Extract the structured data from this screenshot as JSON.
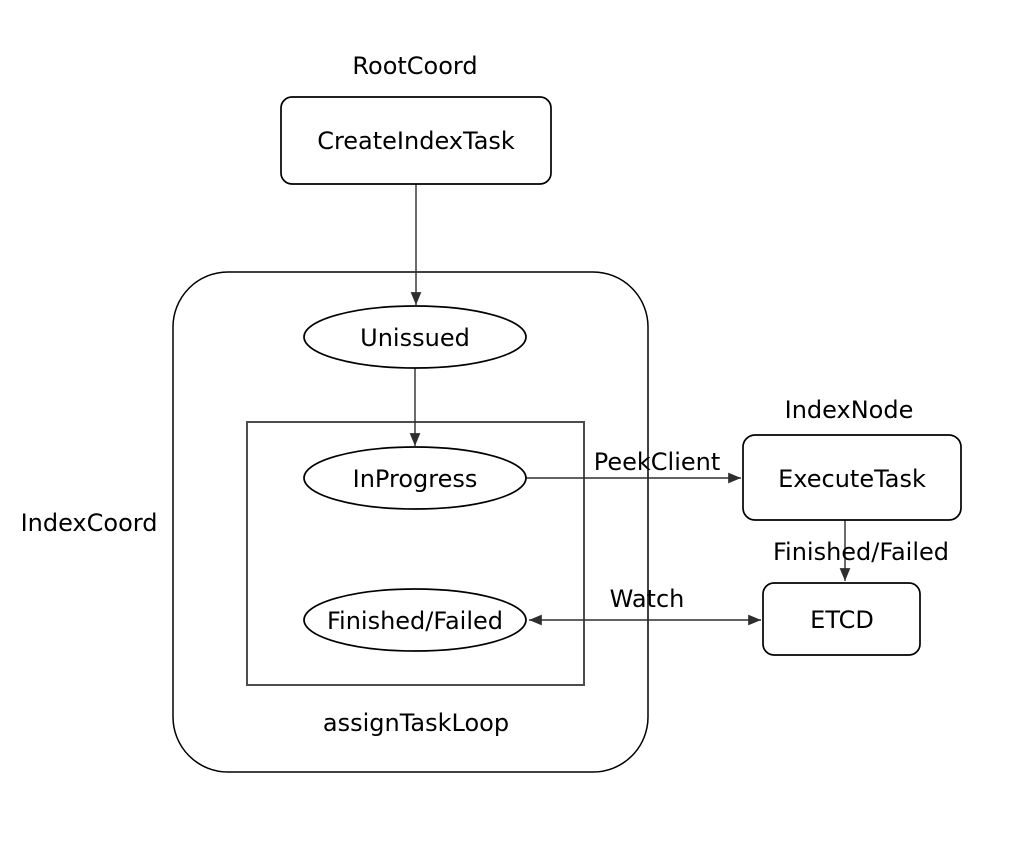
{
  "diagram": {
    "background_color": "#ffffff",
    "stroke_color": "#000000",
    "group_labels": {
      "root_coord": "RootCoord",
      "index_coord": "IndexCoord",
      "index_node": "IndexNode",
      "assign_task_loop": "assignTaskLoop"
    },
    "nodes": {
      "create_index_task": "CreateIndexTask",
      "unissued": "Unissued",
      "in_progress": "InProgress",
      "finished_failed_state": "Finished/Failed",
      "execute_task": "ExecuteTask",
      "etcd": "ETCD"
    },
    "edge_labels": {
      "peek_client": "PeekClient",
      "finished_failed": "Finished/Failed",
      "watch": "Watch"
    }
  }
}
